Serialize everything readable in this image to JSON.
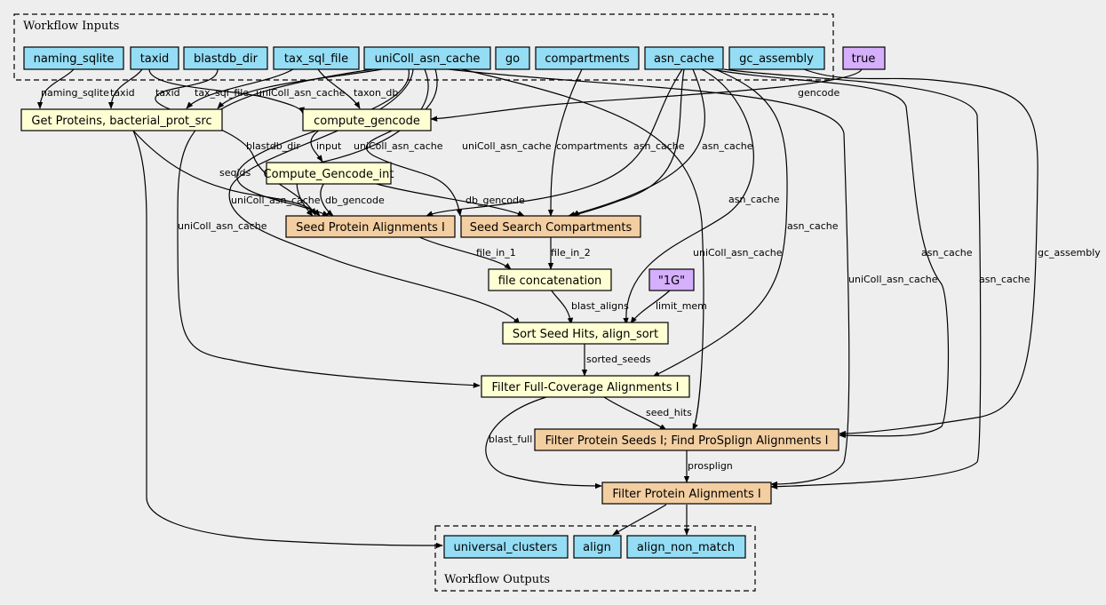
{
  "colors": {
    "background": "#eeeeee",
    "io": "#94ddf4",
    "step": "#ffffd4",
    "subworkflow": "#f3cea1",
    "constant": "#d5aefc"
  },
  "clusters": {
    "inputs": "Workflow Inputs",
    "outputs": "Workflow Outputs"
  },
  "nodes": {
    "naming_sqlite": "naming_sqlite",
    "taxid": "taxid",
    "blastdb_dir": "blastdb_dir",
    "tax_sql_file": "tax_sql_file",
    "uniColl_asn_cache": "uniColl_asn_cache",
    "go": "go",
    "compartments": "compartments",
    "asn_cache": "asn_cache",
    "gc_assembly": "gc_assembly",
    "true_const": "true",
    "get_proteins": "Get Proteins, bacterial_prot_src",
    "compute_gencode": "compute_gencode",
    "compute_gencode_int": "Compute_Gencode_int",
    "seed_protein": "Seed Protein Alignments I",
    "seed_search": "Seed Search Compartments",
    "file_concat": "file concatenation",
    "mem_const": "\"1G\"",
    "sort_seed": "Sort Seed Hits, align_sort",
    "filter_full": "Filter Full-Coverage Alignments I",
    "filter_seeds": "Filter Protein Seeds I; Find ProSplign Alignments I",
    "filter_protein": "Filter Protein Alignments I",
    "universal_clusters": "universal_clusters",
    "align": "align",
    "align_non_match": "align_non_match"
  },
  "edge_labels": {
    "e1": "naming_sqlite",
    "e2": "taxid",
    "e3": "taxid",
    "e4": "tax_sql_file",
    "e5": "uniColl_asn_cache",
    "e6": "taxon_db",
    "e7": "gencode",
    "e8": "blastdb_dir",
    "e9": "input",
    "e10": "uniColl_asn_cache",
    "e11": "uniColl_asn_cache",
    "e12": "compartments",
    "e13": "asn_cache",
    "e14": "asn_cache",
    "e15": "seqids",
    "e16": "uniColl_asn_cache",
    "e17": "db_gencode",
    "e18": "db_gencode",
    "e19": "uniColl_asn_cache",
    "e20": "asn_cache",
    "e21": "asn_cache",
    "e22": "uniColl_asn_cache",
    "e23": "asn_cache",
    "e24": "gc_assembly",
    "e25": "file_in_1",
    "e26": "file_in_2",
    "e27": "uniColl_asn_cache",
    "e28": "asn_cache",
    "e29": "blast_aligns",
    "e30": "limit_mem",
    "e31": "sorted_seeds",
    "e32": "seed_hits",
    "e33": "blast_full",
    "e34": "prosplign"
  }
}
